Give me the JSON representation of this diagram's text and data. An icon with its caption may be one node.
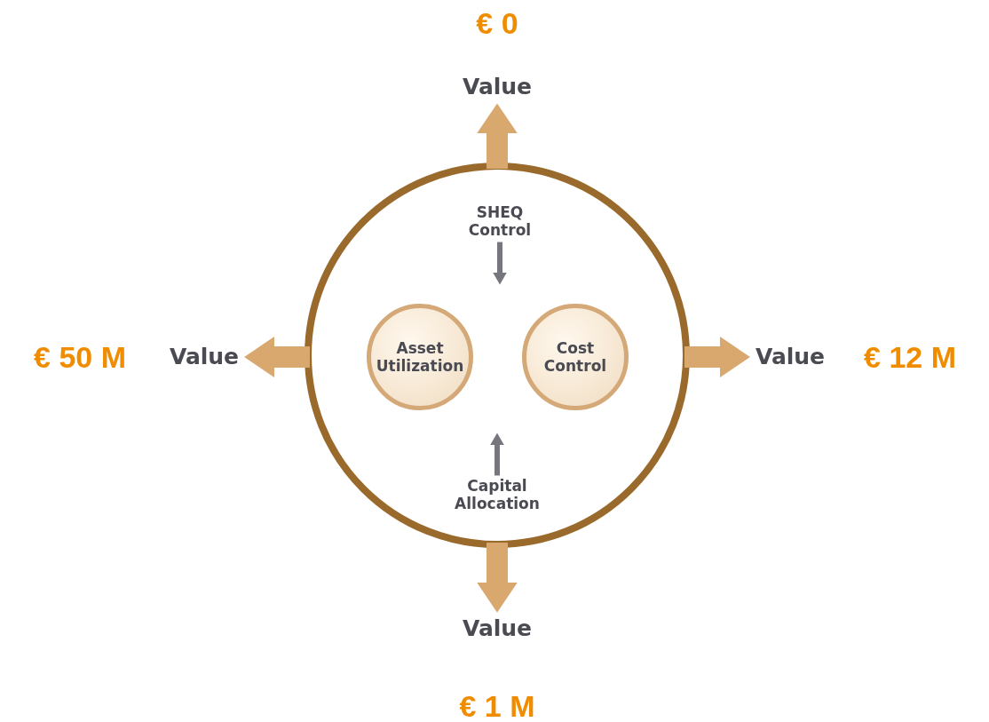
{
  "diagram": {
    "nodes": [
      {
        "text": [],
        "shape": "circle"
      },
      {
        "text": [
          "SHEQ Control"
        ],
        "in": 0
      },
      {
        "text": [
          "Asset Utilization"
        ],
        "in": 0
      },
      {
        "text": [
          "Cost Control"
        ],
        "in": 0
      },
      {
        "text": [
          "Capital Allocation"
        ],
        "in": 0
      },
      {
        "text": [
          "Value"
        ],
        "beside": [
          "€ 0"
        ]
      },
      {
        "text": [
          "Value"
        ],
        "beside": [
          "€ 50 M"
        ]
      },
      {
        "text": [
          "Value"
        ],
        "beside": [
          "€ 12 M"
        ]
      },
      {
        "text": [
          "Value"
        ],
        "beside": [
          "€ 1 M"
        ]
      }
    ],
    "edges": [
      {
        "from": 0,
        "to": 5,
        "arrow": "to"
      },
      {
        "from": 0,
        "to": 6,
        "arrow": "to"
      },
      {
        "from": 0,
        "to": 7,
        "arrow": "to"
      },
      {
        "from": 0,
        "to": 8,
        "arrow": "to"
      },
      {
        "from": 1,
        "to": null,
        "arrow": "to",
        "color": "#75767e"
      },
      {
        "from": 4,
        "to": null,
        "arrow": "to",
        "color": "#75767e"
      }
    ]
  }
}
